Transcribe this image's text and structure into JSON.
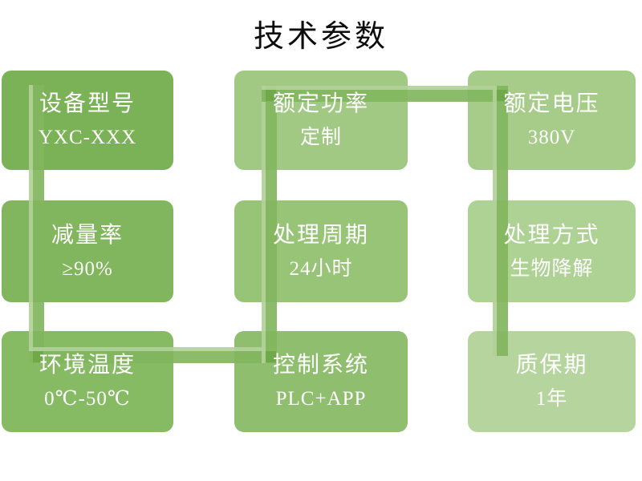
{
  "title": "技术参数",
  "connector": {
    "main_color": "#82B65E",
    "edge_color": "#B2D199",
    "overlap_color": "#6FA94A",
    "flow_order": [
      "设备型号",
      "减量率",
      "环境温度",
      "控制系统",
      "处理周期",
      "额定功率",
      "额定电压",
      "处理方式",
      "质保期"
    ]
  },
  "cards": [
    {
      "label": "设备型号",
      "value": "YXC-XXX",
      "color": "#7CB257"
    },
    {
      "label": "额定功率",
      "value": "定制",
      "color": "#A1C983"
    },
    {
      "label": "额定电压",
      "value": "380V",
      "color": "#A7CC8A"
    },
    {
      "label": "减量率",
      "value": "≥90%",
      "color": "#81B65E"
    },
    {
      "label": "处理周期",
      "value": "24小时",
      "color": "#97C476"
    },
    {
      "label": "处理方式",
      "value": "生物降解",
      "color": "#AED194"
    },
    {
      "label": "环境温度",
      "value": "0℃-50℃",
      "color": "#86BA63"
    },
    {
      "label": "控制系统",
      "value": "PLC+APP",
      "color": "#8FBE6E"
    },
    {
      "label": "质保期",
      "value": "1年",
      "color": "#B5D49E"
    }
  ]
}
